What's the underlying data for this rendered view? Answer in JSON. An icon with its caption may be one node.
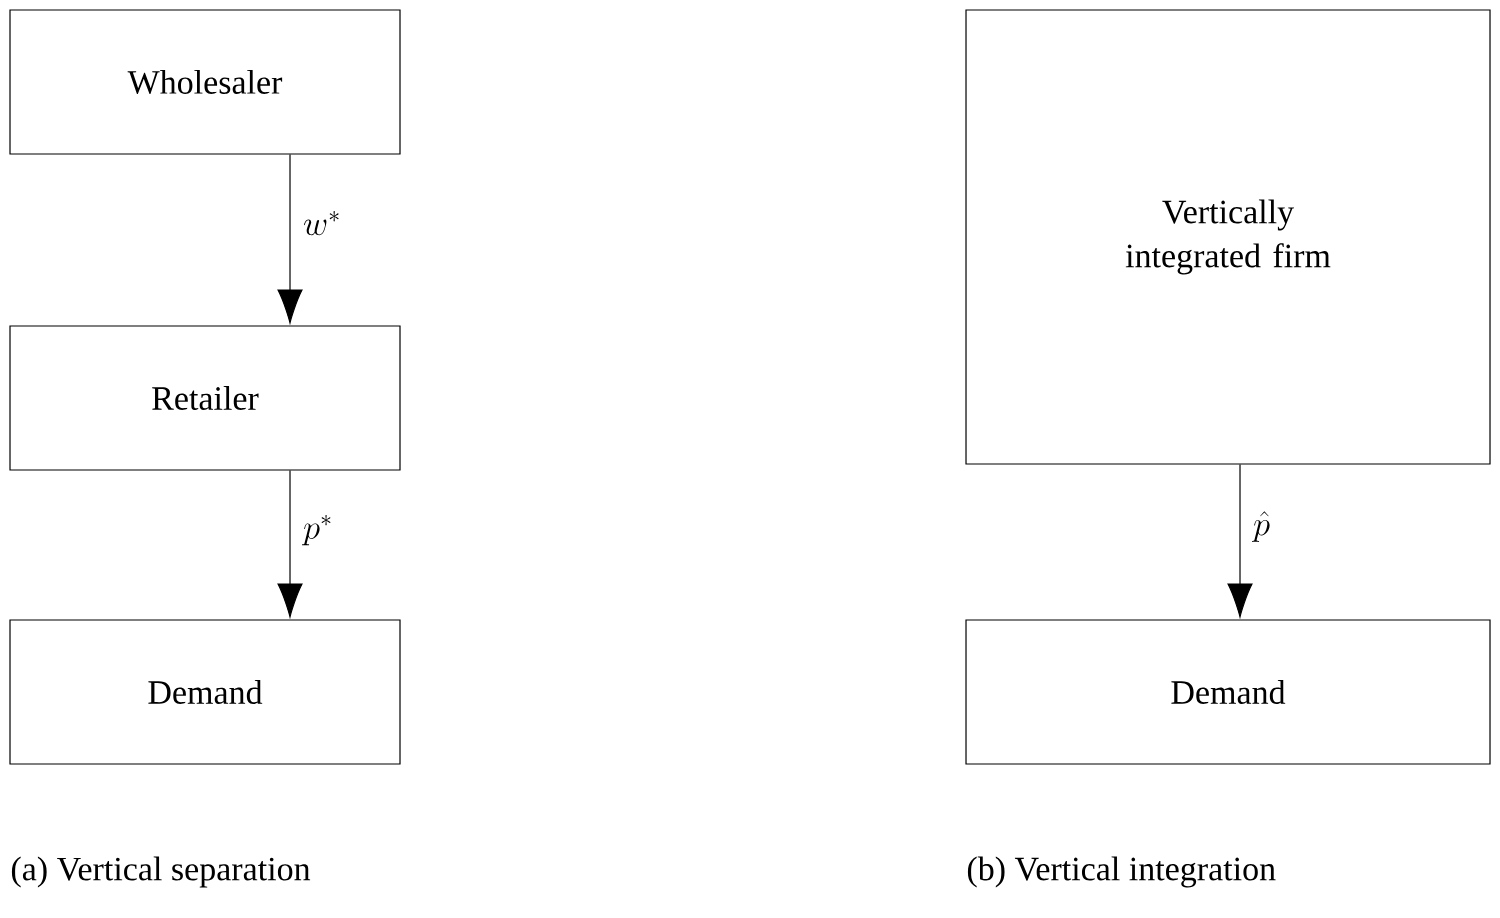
{
  "diagram": {
    "nodes": [
      {
        "text": [
          "Wholesaler"
        ]
      },
      {
        "text": [
          "Retailer"
        ]
      },
      {
        "text": [
          "Demand"
        ]
      },
      {
        "text": [
          "Vertically integrated firm"
        ]
      },
      {
        "text": [
          "Demand"
        ]
      }
    ],
    "edges": [
      {
        "from": 0,
        "to": 1,
        "arrow": "to",
        "label": "w^*"
      },
      {
        "from": 1,
        "to": 2,
        "arrow": "to",
        "label": "p^*"
      },
      {
        "from": 3,
        "to": 4,
        "arrow": "to",
        "label": "\\hat{p}"
      }
    ],
    "labels": [
      "(a) Vertical separation",
      "(b) Vertical integration"
    ]
  }
}
